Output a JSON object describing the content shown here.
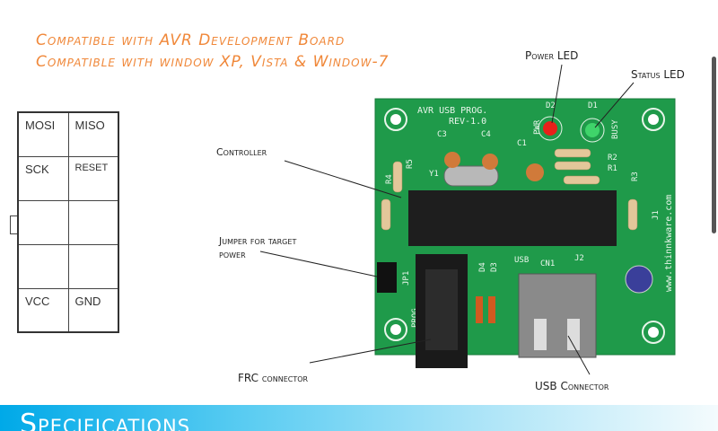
{
  "header": {
    "line1": "Compatible with AVR Development Board",
    "line2": "Compatible with window XP, Vista & Window-7"
  },
  "pinout": {
    "rows": [
      [
        "MOSI",
        "MISO"
      ],
      [
        "SCK",
        "RESET"
      ],
      [
        "",
        ""
      ],
      [
        "",
        ""
      ],
      [
        "VCC",
        "GND"
      ]
    ]
  },
  "callouts": {
    "power_led": "Power LED",
    "status_led": "Status LED",
    "controller": "Controller",
    "jumper_line1": "Jumper for target",
    "jumper_line2": "power",
    "frc": "FRC connector",
    "usb": "USB Connector"
  },
  "pcb_silkscreen": {
    "title": "AVR USB PROG.",
    "rev": "REV-1.0",
    "website": "www.thinnkware.com",
    "pwr": "PWR",
    "busy": "BUSY",
    "d1": "D1",
    "d2": "D2",
    "c1": "C1",
    "c3": "C3",
    "c4": "C4",
    "r1": "R1",
    "r2": "R2",
    "r3": "R3",
    "r4": "R4",
    "r5": "R5",
    "y1": "Y1",
    "j1": "J1",
    "j2": "J2",
    "jp1": "JP1",
    "cn1": "CN1",
    "usb": "USB",
    "d3": "D3",
    "d4": "D4",
    "prog": "PROG"
  },
  "section": {
    "title": "Specifications"
  },
  "colors": {
    "accent_orange": "#f0883a",
    "banner_blue": "#00a9e8",
    "pcb_green": "#1f9a4a"
  }
}
